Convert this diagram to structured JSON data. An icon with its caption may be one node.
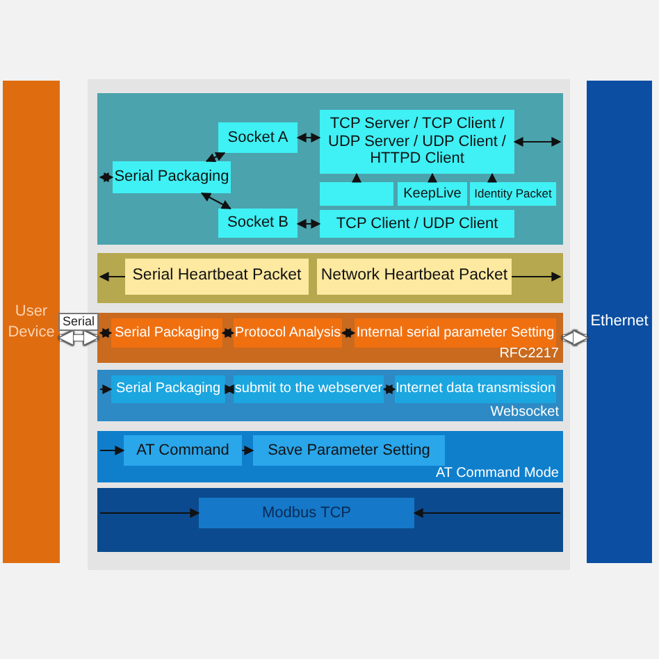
{
  "diagram": {
    "nodes": [
      {
        "text": [
          "User Device"
        ]
      },
      {
        "text": [
          "Ethernet"
        ]
      },
      {
        "text": [],
        "shape": "box"
      },
      {
        "text": [
          "Socket A"
        ],
        "in": 2
      },
      {
        "text": [
          "Serial Packaging"
        ],
        "in": 2
      },
      {
        "text": [
          "Socket B"
        ],
        "in": 2
      },
      {
        "text": [
          "TCP Server / TCP Client / UDP Server / UDP Client / HTTPD Client"
        ],
        "in": 2
      },
      {
        "text": [],
        "shape": "box",
        "in": 2
      },
      {
        "text": [
          "KeepLive"
        ],
        "in": 2
      },
      {
        "text": [
          "Identity Packet"
        ],
        "in": 2
      },
      {
        "text": [
          "TCP Client / UDP Client"
        ],
        "in": 2
      },
      {
        "text": [],
        "shape": "box"
      },
      {
        "text": [
          "Serial Heartbeat Packet"
        ],
        "in": 11
      },
      {
        "text": [
          "Network Heartbeat Packet"
        ],
        "in": 11
      },
      {
        "text": [
          "RFC2217"
        ]
      },
      {
        "text": [
          "Serial Packaging"
        ],
        "in": 14
      },
      {
        "text": [
          "Protocol Analysis"
        ],
        "in": 14
      },
      {
        "text": [
          "Internal serial parameter Setting"
        ],
        "in": 14
      },
      {
        "text": [
          "Websocket"
        ]
      },
      {
        "text": [
          "Serial Packaging"
        ],
        "in": 18
      },
      {
        "text": [
          "submit to the webserver"
        ],
        "in": 18
      },
      {
        "text": [
          "Internet data transmission"
        ],
        "in": 18
      },
      {
        "text": [
          "AT Command Mode"
        ]
      },
      {
        "text": [
          "AT Command"
        ],
        "in": 22
      },
      {
        "text": [
          "Save Parameter Setting"
        ],
        "in": 22
      },
      {
        "text": [],
        "shape": "box"
      },
      {
        "text": [
          "Modbus TCP"
        ],
        "in": 25
      }
    ],
    "edges": [
      {
        "from": null,
        "to": 4,
        "arrow": "both"
      },
      {
        "from": 4,
        "to": 3,
        "arrow": "both"
      },
      {
        "from": 4,
        "to": 5,
        "arrow": "both"
      },
      {
        "from": 3,
        "to": 6,
        "arrow": "both"
      },
      {
        "from": 5,
        "to": 10,
        "arrow": "both"
      },
      {
        "from": 7,
        "to": 6,
        "arrow": "to"
      },
      {
        "from": 8,
        "to": 6,
        "arrow": "to"
      },
      {
        "from": 9,
        "to": 6,
        "arrow": "to"
      },
      {
        "from": 6,
        "to": null,
        "arrow": "both"
      },
      {
        "from": 12,
        "to": null,
        "arrow": "to"
      },
      {
        "from": 13,
        "to": null,
        "arrow": "to"
      },
      {
        "from": null,
        "to": 15,
        "arrow": "both"
      },
      {
        "from": 15,
        "to": 16,
        "arrow": "both"
      },
      {
        "from": 16,
        "to": 17,
        "arrow": "both"
      },
      {
        "from": null,
        "to": 19,
        "arrow": "to"
      },
      {
        "from": 19,
        "to": 20,
        "arrow": "both"
      },
      {
        "from": 20,
        "to": 21,
        "arrow": "both"
      },
      {
        "from": null,
        "to": 23,
        "arrow": "to"
      },
      {
        "from": 23,
        "to": 24,
        "arrow": "to"
      },
      {
        "from": null,
        "to": 26,
        "arrow": "to"
      },
      {
        "from": null,
        "to": 26,
        "arrow": "to"
      },
      {
        "from": 0,
        "to": 14,
        "arrow": "both",
        "label": "Serial",
        "style": "thick",
        "color": "#ffffff"
      },
      {
        "from": 14,
        "to": 1,
        "arrow": "both",
        "style": "thick",
        "color": "#ffffff"
      }
    ]
  }
}
